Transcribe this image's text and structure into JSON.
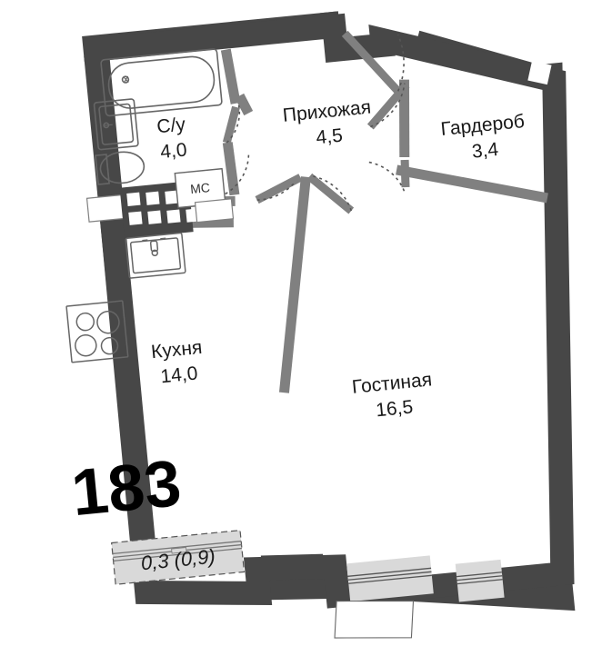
{
  "plan": {
    "apartment_number": "183",
    "rotation_deg": -5.6,
    "colors": {
      "exterior_wall": "#474747",
      "interior_wall": "#808080",
      "fixture_outline": "#666666",
      "balcony_fill": "#d9d9d9",
      "window_fill": "#d9d9d9",
      "text": "#1a1a1a",
      "background": "#ffffff"
    }
  },
  "rooms": [
    {
      "key": "bathroom",
      "name": "С/у",
      "area": "4,0"
    },
    {
      "key": "hallway",
      "name": "Прихожая",
      "area": "4,5"
    },
    {
      "key": "wardrobe",
      "name": "Гардероб",
      "area": "3,4"
    },
    {
      "key": "kitchen",
      "name": "Кухня",
      "area": "14,0"
    },
    {
      "key": "living",
      "name": "Гостиная",
      "area": "16,5"
    }
  ],
  "balcony": {
    "label": "0,3 (0,9)",
    "area": "0,3",
    "area_full": "0,9"
  },
  "fixtures": {
    "washing_machine": "МС",
    "bathtub": "bathtub-icon",
    "toilet": "toilet-icon",
    "basin": "basin-icon",
    "kitchen_sink": "sink-icon",
    "stove": "stove-icon",
    "shaft": "ventilation-shaft"
  }
}
